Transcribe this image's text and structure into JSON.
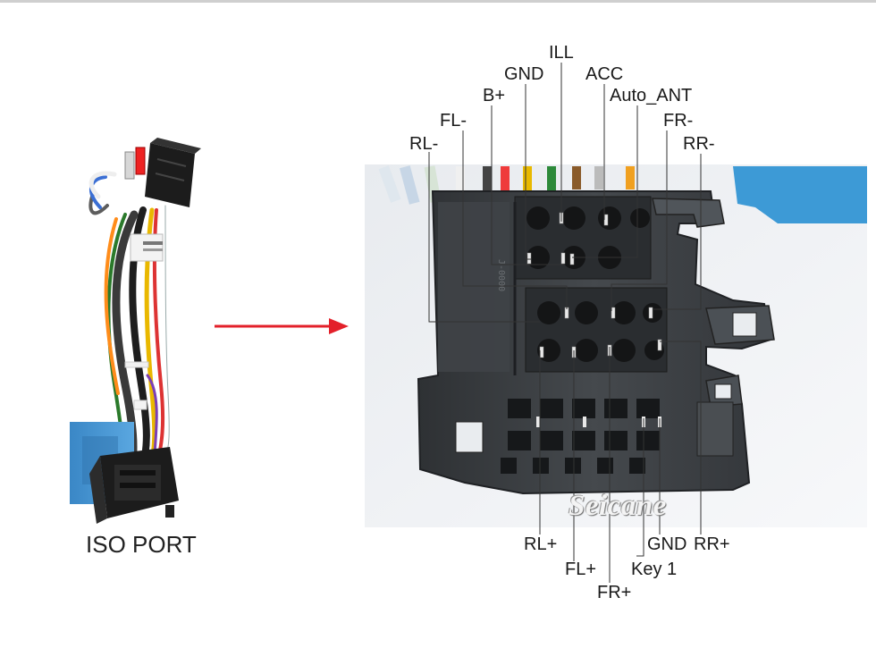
{
  "harness": {
    "caption": "ISO PORT"
  },
  "connector": {
    "brand_watermark": "Seicane"
  },
  "pin_labels": {
    "top": [
      "ILL",
      "GND",
      "ACC",
      "B+",
      "Auto_ANT",
      "FL-",
      "FR-",
      "RL-",
      "RR-"
    ],
    "bottom": [
      "RL+",
      "GND",
      "RR+",
      "FL+",
      "Key 1",
      "FR+"
    ]
  },
  "colors": {
    "arrow": "#e3202a",
    "connector_body": "#3a3d40",
    "leader_line": "#333333"
  }
}
